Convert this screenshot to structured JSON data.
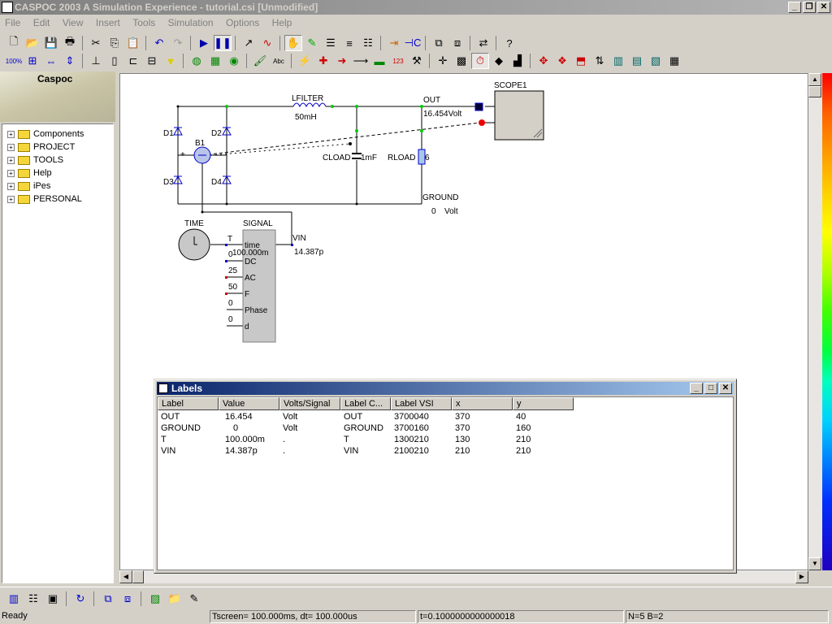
{
  "window": {
    "title": "CASPOC 2003 A Simulation Experience - tutorial.csi [Unmodified]"
  },
  "menu": [
    "File",
    "Edit",
    "View",
    "Insert",
    "Tools",
    "Simulation",
    "Options",
    "Help"
  ],
  "logo": {
    "label": "Caspoc"
  },
  "tree": {
    "items": [
      {
        "label": "Components"
      },
      {
        "label": "PROJECT"
      },
      {
        "label": "TOOLS"
      },
      {
        "label": "Help"
      },
      {
        "label": "iPes"
      },
      {
        "label": "PERSONAL"
      }
    ]
  },
  "schematic": {
    "lfilter": "LFILTER",
    "lfilter_value": "50mH",
    "out_label": "OUT",
    "out_value": "16.454Volt",
    "scope": "SCOPE1",
    "d1": "D1",
    "d2": "D2",
    "d3": "D3",
    "d4": "D4",
    "b1": "B1",
    "cload": "CLOAD",
    "cload_value": "1mF",
    "rload": "RLOAD",
    "rload_value": "6",
    "ground_label": "GROUND",
    "ground_value": "0",
    "ground_unit": "Volt",
    "time": "TIME",
    "signal": "SIGNAL",
    "t_label": "T",
    "t_value": "100.000m",
    "vin_label": "VIN",
    "vin_value": "14.387p",
    "pin_time": "time",
    "pin_dc": "DC",
    "pin_ac": "AC",
    "pin_f": "F",
    "pin_phase": "Phase",
    "pin_d": "d",
    "in_dc": "0",
    "in_ac": "25",
    "in_f": "50",
    "in_phase": "0",
    "in_d": "0"
  },
  "labels_window": {
    "title": "Labels",
    "columns": [
      "Label",
      "Value",
      "Volts/Signal",
      "Label C...",
      "Label VSI",
      "x",
      "y"
    ],
    "rows": [
      [
        "OUT",
        "16.454",
        "Volt",
        "OUT",
        "3700040",
        "370",
        "40"
      ],
      [
        "GROUND",
        "0",
        "Volt",
        "GROUND",
        "3700160",
        "370",
        "160"
      ],
      [
        "T",
        "100.000m",
        ".",
        "T",
        "1300210",
        "130",
        "210"
      ],
      [
        "VIN",
        "14.387p",
        ".",
        "VIN",
        "2100210",
        "210",
        "210"
      ]
    ]
  },
  "status": {
    "ready": "Ready",
    "screen": "Tscreen= 100.000ms, dt= 100.000us",
    "time": "t=0.1000000000000018",
    "nodes": "N=5 B=2"
  },
  "colors": {
    "title_inactive": "#808080",
    "labels_title": "#0a246a",
    "scope_fill": "#d4d0c8"
  }
}
